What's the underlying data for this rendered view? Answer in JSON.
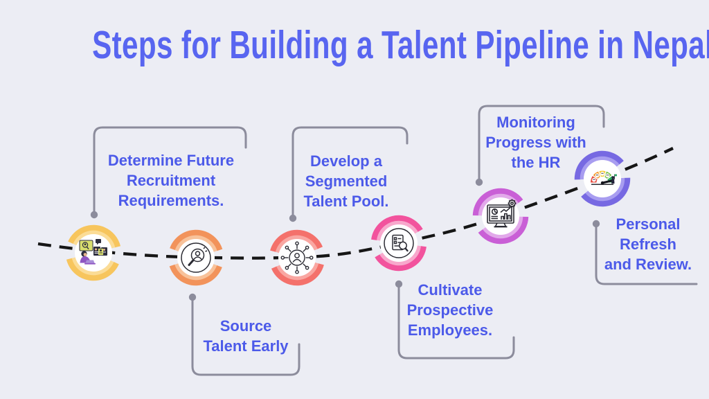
{
  "title": "Steps for Building a Talent Pipeline in Nepal",
  "theme": {
    "background": "#ECEDF4",
    "title_color": "#5865F0",
    "label_color": "#4C5AE9",
    "connector_color": "#8C8C9C",
    "line_color": "#161616",
    "badge_inner": "#FFFFFF",
    "icon_stroke": "#2B2B33"
  },
  "steps": [
    {
      "name": "determine-future-recruitment",
      "lines": [
        "Determine Future",
        "Recruitment",
        "Requirements."
      ],
      "icon": "hr-planning-illustration",
      "ring": {
        "outer": "#F7C55D",
        "inner": "#FBDC96"
      }
    },
    {
      "name": "source-talent-early",
      "lines": [
        "Source",
        "Talent Early"
      ],
      "icon": "search-candidate-icon",
      "ring": {
        "outer": "#F2935B",
        "inner": "#F8C29A"
      }
    },
    {
      "name": "develop-segmented-talent-pool",
      "lines": [
        "Develop a",
        "Segmented",
        "Talent Pool."
      ],
      "icon": "talent-network-icon",
      "ring": {
        "outer": "#F4716B",
        "inner": "#F9A7A2"
      }
    },
    {
      "name": "cultivate-prospective-employees",
      "lines": [
        "Cultivate",
        "Prospective",
        "Employees."
      ],
      "icon": "resume-review-icon",
      "ring": {
        "outer": "#F2539D",
        "inner": "#F8A8CC"
      }
    },
    {
      "name": "monitoring-progress-hr",
      "lines": [
        "Monitoring",
        "Progress with",
        "the HR"
      ],
      "icon": "analytics-monitor-icon",
      "ring": {
        "outer": "#C95FD6",
        "inner": "#E2A9EA"
      }
    },
    {
      "name": "personal-refresh-review",
      "lines": [
        "Personal",
        "Refresh",
        "and Review."
      ],
      "icon": "satisfaction-gauge-icon",
      "ring": {
        "outer": "#7769E2",
        "inner": "#A89DF0"
      }
    }
  ],
  "gauge_colors": [
    "#E64A3E",
    "#F59C2F",
    "#F5CE3B",
    "#7CC24A",
    "#2EAE60"
  ],
  "illustration_colors": {
    "board": "#D9DE6E",
    "dark": "#2E2E3E",
    "skin": "#E8B48E",
    "shirt": "#8F56C2",
    "laptop": "#A98FD8"
  }
}
